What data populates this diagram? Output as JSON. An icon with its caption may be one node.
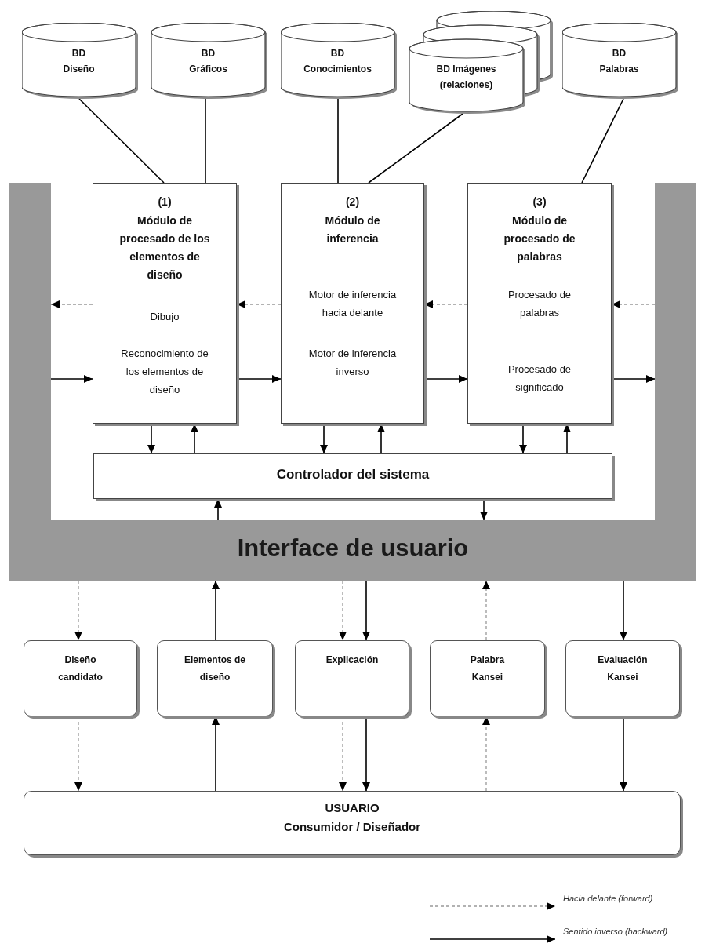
{
  "diagram": {
    "nodes": [
      {
        "text": [
          "BD Diseño"
        ]
      },
      {
        "text": [
          "BD Gráficos"
        ]
      },
      {
        "text": [
          "BD Conocimientos"
        ]
      },
      {
        "text": [
          "BD Imágenes (relaciones)"
        ]
      },
      {
        "text": [
          "BD Palabras"
        ]
      },
      {
        "text": [
          "Interface de usuario"
        ]
      },
      {
        "text": [
          "(1)",
          "Módulo de procesado de los elementos de diseño",
          "Dibujo",
          "Reconocimiento de los elementos de diseño"
        ],
        "in": 5
      },
      {
        "text": [
          "(2)",
          "Módulo de inferencia",
          "Motor de inferencia hacia delante",
          "Motor de inferencia inverso"
        ],
        "in": 5
      },
      {
        "text": [
          "(3)",
          "Módulo de procesado de palabras",
          "Procesado de palabras",
          "Procesado de significado"
        ],
        "in": 5
      },
      {
        "text": [
          "Controlador del sistema"
        ],
        "in": 5
      },
      {
        "text": [
          "Diseño candidato"
        ]
      },
      {
        "text": [
          "Elementos de diseño"
        ]
      },
      {
        "text": [
          "Explicación"
        ]
      },
      {
        "text": [
          "Palabra Kansei"
        ]
      },
      {
        "text": [
          "Evaluación Kansei"
        ]
      },
      {
        "text": [
          "USUARIO",
          "Consumidor / Diseñador"
        ]
      }
    ],
    "edges": [
      {
        "from": 0,
        "to": 6,
        "arrow": "none"
      },
      {
        "from": 1,
        "to": 6,
        "arrow": "none"
      },
      {
        "from": 2,
        "to": 7,
        "arrow": "none"
      },
      {
        "from": 3,
        "to": 7,
        "arrow": "none"
      },
      {
        "from": 4,
        "to": 8,
        "arrow": "none"
      },
      {
        "from": 5,
        "to": 8,
        "arrow": "to",
        "style": "dashed",
        "color": "#999999"
      },
      {
        "from": 8,
        "to": 7,
        "arrow": "to",
        "style": "dashed",
        "color": "#999999"
      },
      {
        "from": 7,
        "to": 6,
        "arrow": "to",
        "style": "dashed",
        "color": "#999999"
      },
      {
        "from": 6,
        "to": 5,
        "arrow": "to",
        "style": "dashed",
        "color": "#999999"
      },
      {
        "from": 5,
        "to": 6,
        "arrow": "to"
      },
      {
        "from": 6,
        "to": 7,
        "arrow": "to"
      },
      {
        "from": 7,
        "to": 8,
        "arrow": "to"
      },
      {
        "from": 8,
        "to": 5,
        "arrow": "to"
      },
      {
        "from": 6,
        "to": 9,
        "arrow": "to"
      },
      {
        "from": 9,
        "to": 6,
        "arrow": "to"
      },
      {
        "from": 7,
        "to": 9,
        "arrow": "to"
      },
      {
        "from": 9,
        "to": 7,
        "arrow": "to"
      },
      {
        "from": 8,
        "to": 9,
        "arrow": "to"
      },
      {
        "from": 9,
        "to": 8,
        "arrow": "to"
      },
      {
        "from": 5,
        "to": 9,
        "arrow": "to"
      },
      {
        "from": 9,
        "to": 5,
        "arrow": "to"
      },
      {
        "from": 5,
        "to": 10,
        "arrow": "to",
        "style": "dashed",
        "color": "#999999"
      },
      {
        "from": 11,
        "to": 5,
        "arrow": "to"
      },
      {
        "from": 5,
        "to": 12,
        "arrow": "to",
        "style": "dashed",
        "color": "#999999"
      },
      {
        "from": 5,
        "to": 12,
        "arrow": "to"
      },
      {
        "from": 13,
        "to": 5,
        "arrow": "to",
        "style": "dashed",
        "color": "#999999"
      },
      {
        "from": 5,
        "to": 14,
        "arrow": "to"
      },
      {
        "from": 10,
        "to": 15,
        "arrow": "to",
        "style": "dashed",
        "color": "#999999"
      },
      {
        "from": 15,
        "to": 11,
        "arrow": "to"
      },
      {
        "from": 12,
        "to": 15,
        "arrow": "to",
        "style": "dashed",
        "color": "#999999"
      },
      {
        "from": 12,
        "to": 15,
        "arrow": "to"
      },
      {
        "from": 15,
        "to": 13,
        "arrow": "to",
        "style": "dashed",
        "color": "#999999"
      },
      {
        "from": 14,
        "to": 15,
        "arrow": "to"
      }
    ],
    "legend": [
      {
        "text": "Hacia delante (forward)"
      },
      {
        "text": "Sentido inverso (backward)"
      }
    ]
  }
}
